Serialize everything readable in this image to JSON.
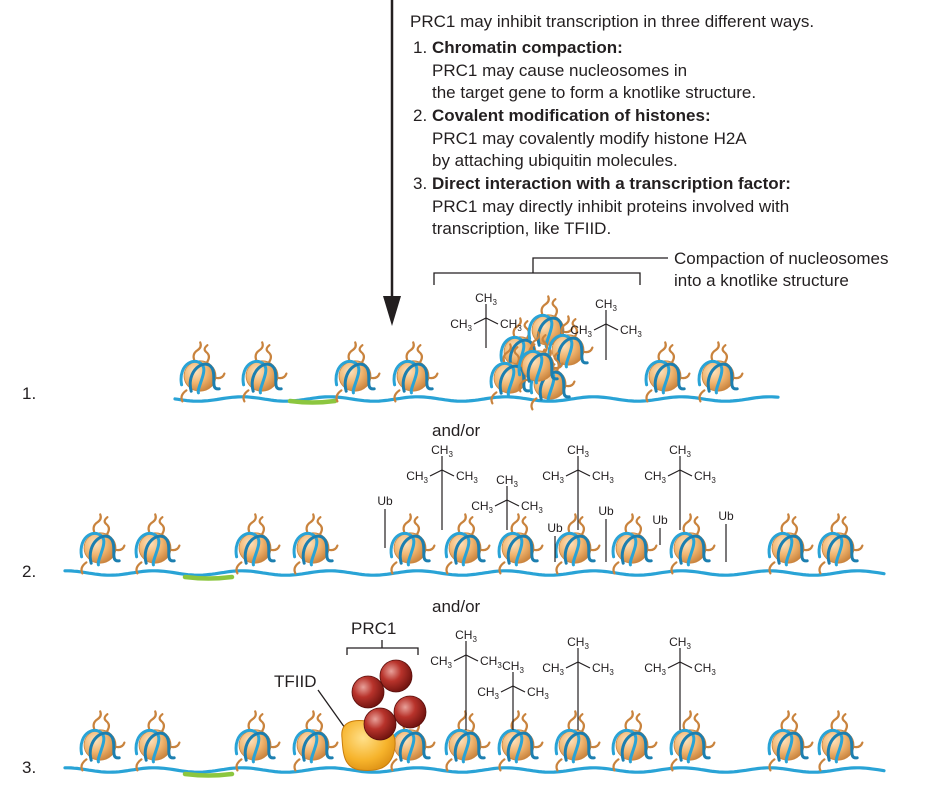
{
  "intro": "PRC1 may inhibit transcription in three different ways.",
  "mechanisms": [
    {
      "number": "1.",
      "title": "Chromatin compaction:",
      "lines": [
        "PRC1 may cause nucleosomes in",
        "the target gene to form a knotlike structure."
      ]
    },
    {
      "number": "2.",
      "title": "Covalent modification of histones:",
      "lines": [
        "PRC1 may covalently modify histone H2A",
        "by attaching ubiquitin molecules."
      ]
    },
    {
      "number": "3.",
      "title": "Direct interaction with a transcription factor:",
      "lines": [
        "PRC1 may directly inhibit proteins involved with",
        "transcription, like TFIID."
      ]
    }
  ],
  "compaction_label": [
    "Compaction of nucleosomes",
    "into a knotlike structure"
  ],
  "connector": "and/or",
  "row_labels": [
    "1.",
    "2.",
    "3."
  ],
  "methyl": {
    "ch3": "CH",
    "sub": "3"
  },
  "ubiquitin": "Ub",
  "prc1_label": "PRC1",
  "tfiid_label": "TFIID",
  "colors": {
    "dna": "#29a3d6",
    "dna_dark": "#1c7fb0",
    "histone": "#f0b46e",
    "histone_dark": "#c9833d",
    "gene_segment": "#8cc63f",
    "prc1": "#a8231e",
    "tfiid": "#f6b32b",
    "ink": "#231f20"
  }
}
